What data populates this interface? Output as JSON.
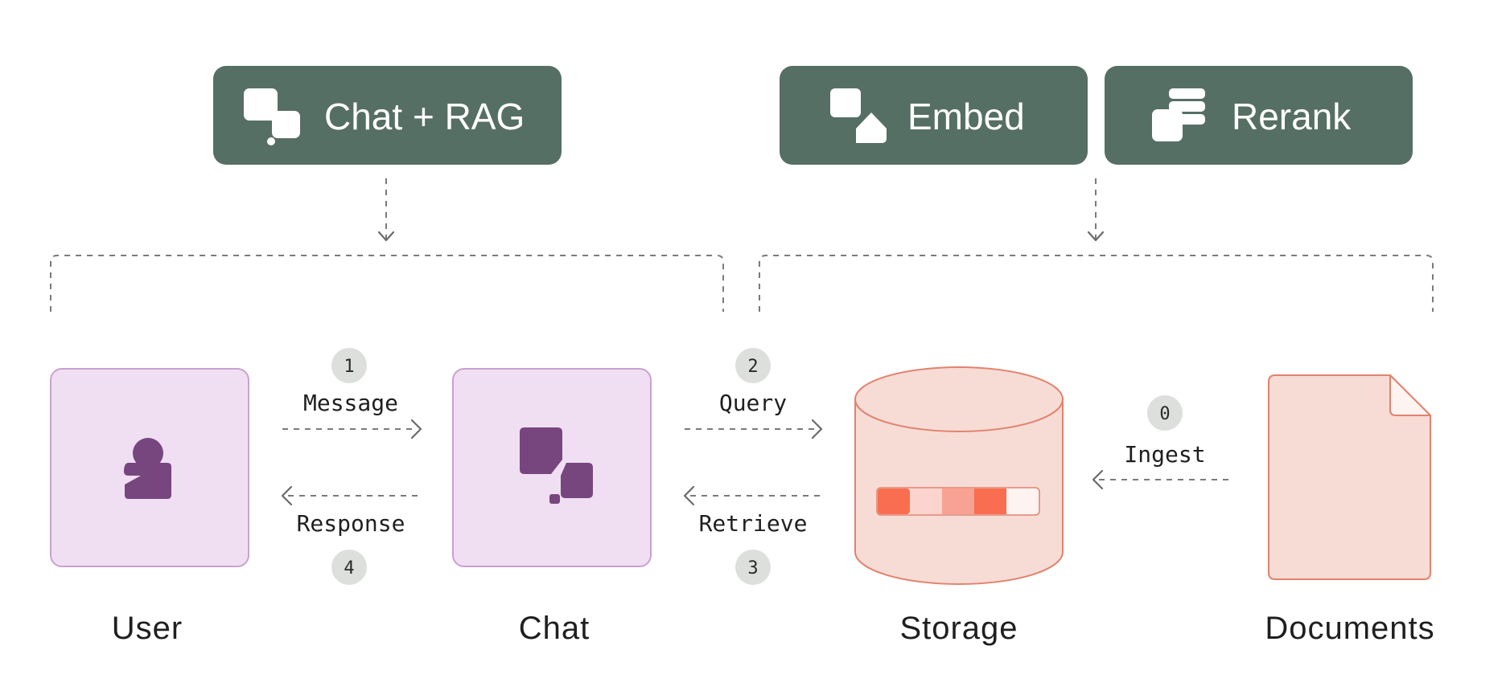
{
  "products": {
    "chat_rag": "Chat + RAG",
    "embed": "Embed",
    "rerank": "Rerank"
  },
  "nodes": {
    "user": "User",
    "chat": "Chat",
    "storage": "Storage",
    "documents": "Documents"
  },
  "flows": {
    "message": {
      "label": "Message",
      "step": "1"
    },
    "query": {
      "label": "Query",
      "step": "2"
    },
    "retrieve": {
      "label": "Retrieve",
      "step": "3"
    },
    "response": {
      "label": "Response",
      "step": "4"
    },
    "ingest": {
      "label": "Ingest",
      "step": "0"
    }
  },
  "colors": {
    "pill": "#566f65",
    "purple_fill": "#f0dff2",
    "purple_stroke": "#c8a2cf",
    "purple_icon": "#77467f",
    "salmon_fill": "#f6dcd5",
    "salmon_stroke": "#e2826e",
    "step_circle": "#dcdfdc"
  }
}
